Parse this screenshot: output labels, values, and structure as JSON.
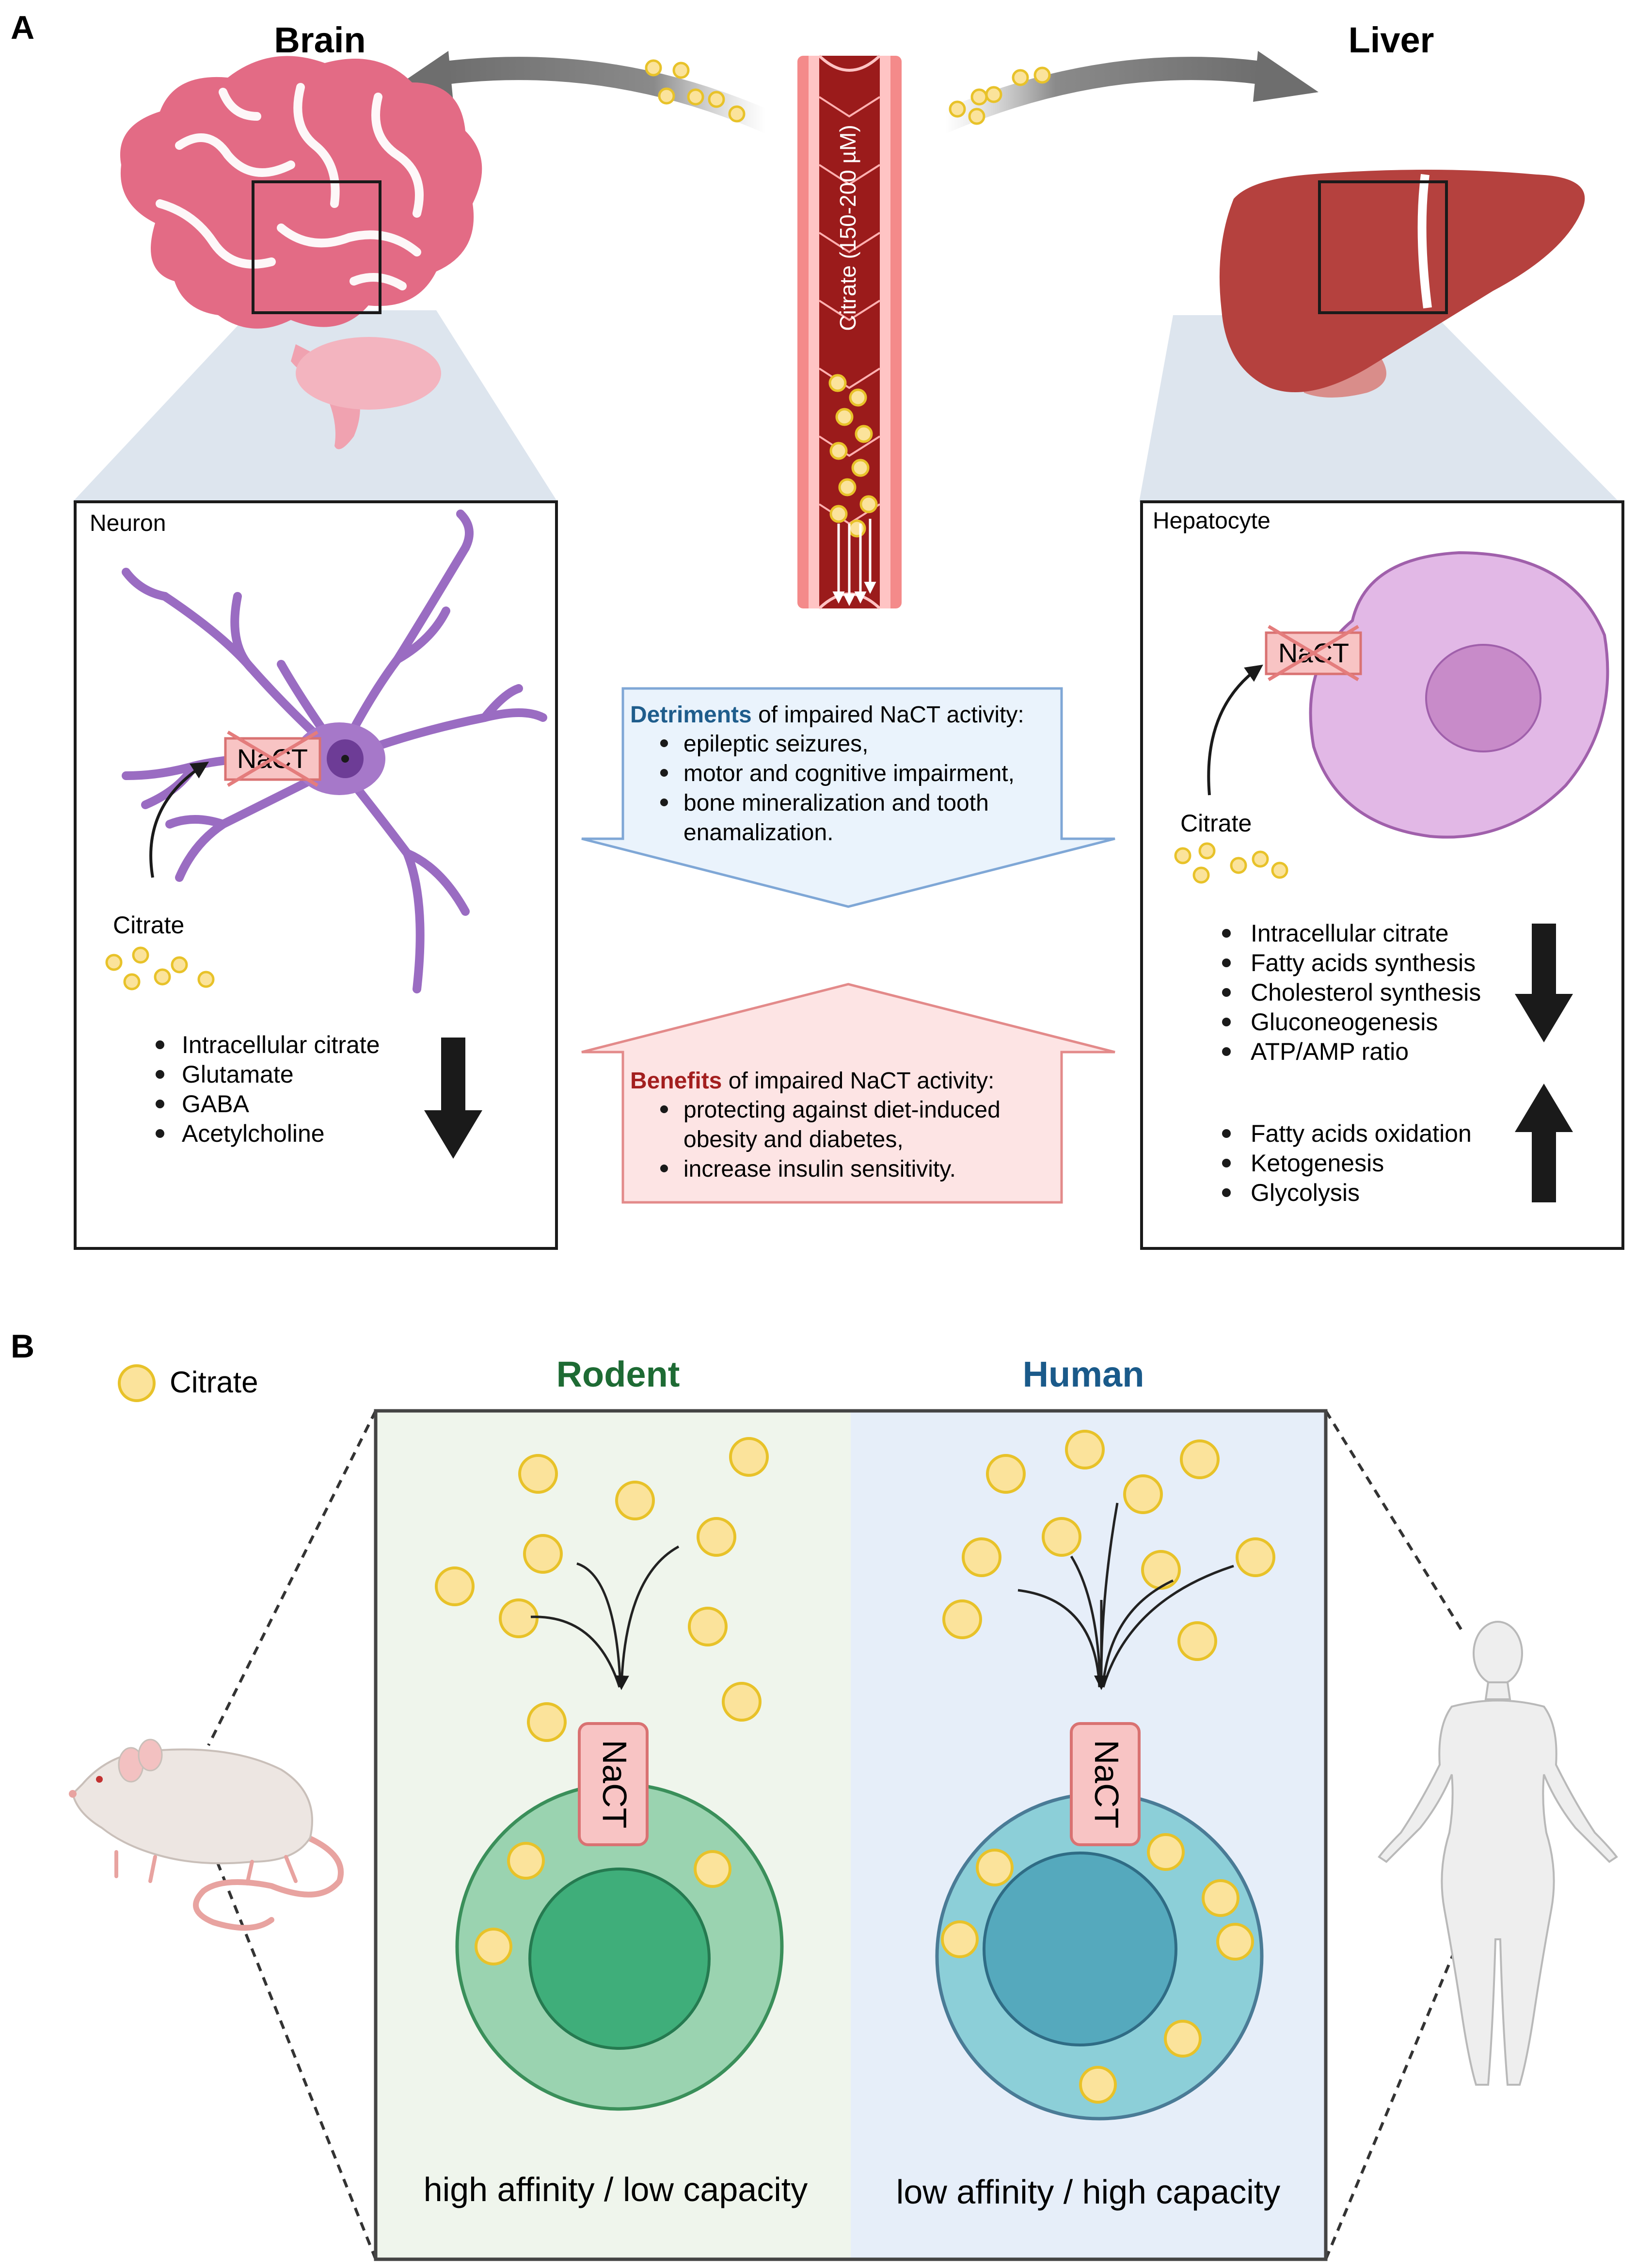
{
  "panel_a": {
    "label": "A",
    "brain_title": "Brain",
    "liver_title": "Liver",
    "vessel_label": "Citrate (150-200 µM)",
    "neuron_box": {
      "title": "Neuron",
      "transporter": "NaCT",
      "citrate_label": "Citrate",
      "bullets": [
        "Intracellular citrate",
        "Glutamate",
        "GABA",
        "Acetylcholine"
      ],
      "trend": "down"
    },
    "hepatocyte_box": {
      "title": "Hepatocyte",
      "transporter": "NaCT",
      "citrate_label": "Citrate",
      "bullets_down": [
        "Intracellular citrate",
        "Fatty acids synthesis",
        "Cholesterol synthesis",
        "Gluconeogenesis",
        "ATP/AMP ratio"
      ],
      "bullets_up": [
        "Fatty acids oxidation",
        "Ketogenesis",
        "Glycolysis"
      ]
    },
    "detriments": {
      "keyword": "Detriments",
      "rest": " of impaired NaCT activity:",
      "items": [
        "epileptic seizures,",
        "motor and cognitive impairment,",
        "bone mineralization and tooth",
        "enamalization."
      ],
      "keyword_color": "#1f5d8c"
    },
    "benefits": {
      "keyword": "Benefits",
      "rest": " of impaired NaCT activity:",
      "items": [
        "protecting against diet-induced",
        "obesity and diabetes,",
        "increase insulin sensitivity."
      ],
      "keyword_color": "#a31f1f"
    }
  },
  "panel_b": {
    "label": "B",
    "legend_label": "Citrate",
    "rodent": {
      "title": "Rodent",
      "title_color": "#1e6b34",
      "transporter": "NaCT",
      "caption": "high affinity / low capacity"
    },
    "human": {
      "title": "Human",
      "title_color": "#1a5a8a",
      "transporter": "NaCT",
      "caption": "low affinity / high capacity"
    }
  },
  "colors": {
    "citrate_fill": "#fbe39b",
    "citrate_stroke": "#e8c229",
    "brain": "#e36b85",
    "liver": "#b5413e",
    "neuron": "#a678c9",
    "hepatocyte": "#dbb1e0",
    "vessel": "#ef6d6d",
    "rodent_cell": "#9ad3b0",
    "human_cell": "#8ccfd8"
  }
}
